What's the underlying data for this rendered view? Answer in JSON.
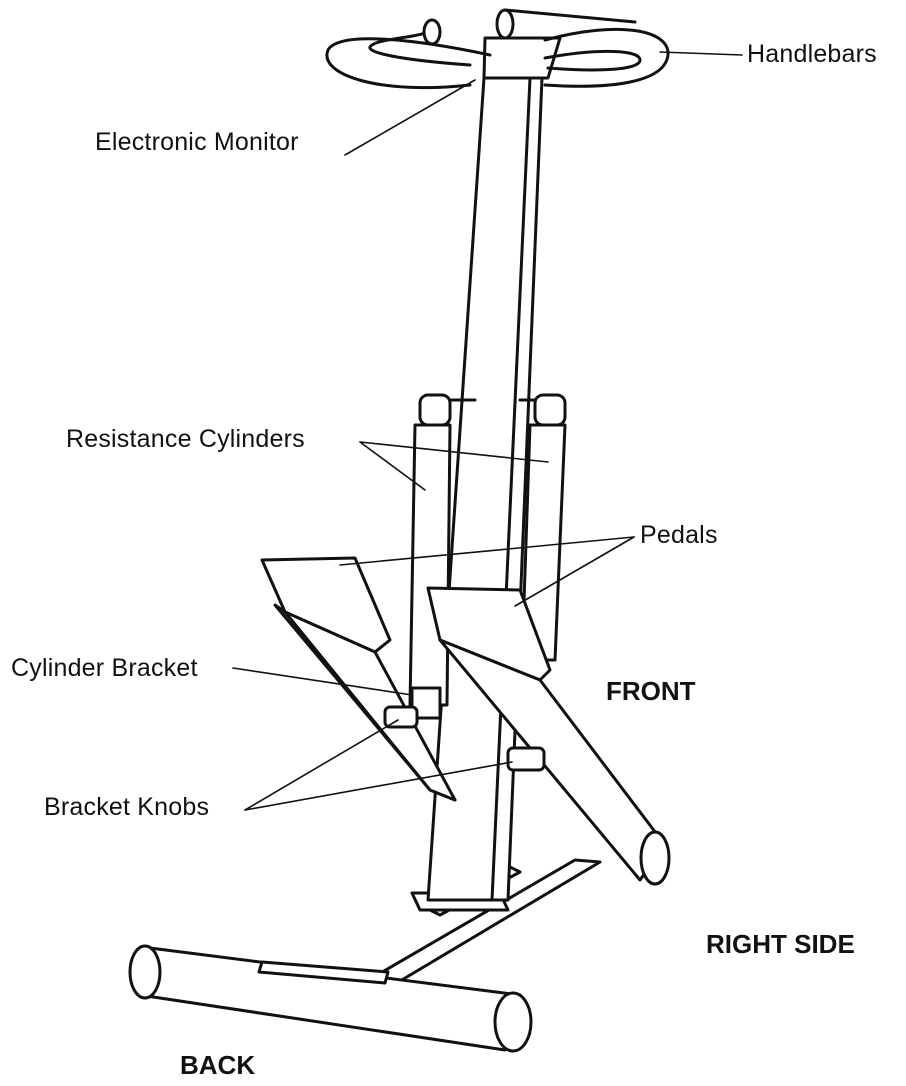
{
  "labels": {
    "handlebars": "Handlebars",
    "electronic_monitor": "Electronic Monitor",
    "resistance_cylinders": "Resistance Cylinders",
    "pedals": "Pedals",
    "cylinder_bracket": "Cylinder Bracket",
    "bracket_knobs": "Bracket Knobs"
  },
  "orientation": {
    "front": "FRONT",
    "right_side": "RIGHT SIDE",
    "back": "BACK"
  },
  "colors": {
    "line": "#111111",
    "background": "#ffffff"
  }
}
